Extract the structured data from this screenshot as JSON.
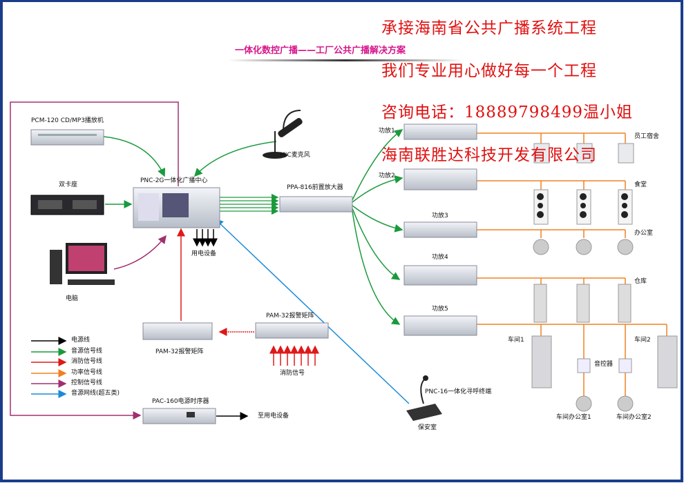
{
  "title": "一体化数控广播——工厂公共广播解决方案",
  "ad_lines": [
    "承接海南省公共广播系统工程",
    "我们专业用心做好每一个工程",
    "咨询电话：18889798499温小姐",
    "海南联胜达科技开发有限公司"
  ],
  "devices": {
    "pcm": "PCM-120 CD/MP3播放机",
    "cassette": "双卡座",
    "computer": "电脑",
    "pnc2g": "PNC-2G一体化广播中心",
    "mic": "MIC麦克风",
    "power_out": "用电设备",
    "ppa": "PPA-816前置放大器",
    "amp1": "功放1",
    "amp2": "功放2",
    "amp3": "功放3",
    "amp4": "功放4",
    "amp5": "功放5",
    "pam_left": "PAM-32报警矩阵",
    "pam_right": "PAM-32报警矩阵",
    "fire_signal": "消防信号",
    "pac": "PAC-160电源时序器",
    "pac_out": "至用电设备",
    "pnc16": "PNC-16一体化寻呼终端",
    "security": "保安室"
  },
  "zones": {
    "dorm": "员工宿舍",
    "canteen": "食堂",
    "office": "办公室",
    "warehouse": "仓库",
    "workshop1": "车间1",
    "workshop2": "车间2",
    "volume": "音控器",
    "wsoffice1": "车间办公室1",
    "wsoffice2": "车间办公室2"
  },
  "legend": [
    {
      "label": "电源线",
      "color": "#000000"
    },
    {
      "label": "音源信号线",
      "color": "#1a9a3c"
    },
    {
      "label": "消防信号线",
      "color": "#e01818"
    },
    {
      "label": "功率信号线",
      "color": "#f08020"
    },
    {
      "label": "控制信号线",
      "color": "#a03070"
    },
    {
      "label": "音源网线(超五类)",
      "color": "#1a8ad8"
    }
  ],
  "colors": {
    "frame": "#1a3c8a",
    "title": "#d6168c",
    "ad_text": "#e01010"
  }
}
